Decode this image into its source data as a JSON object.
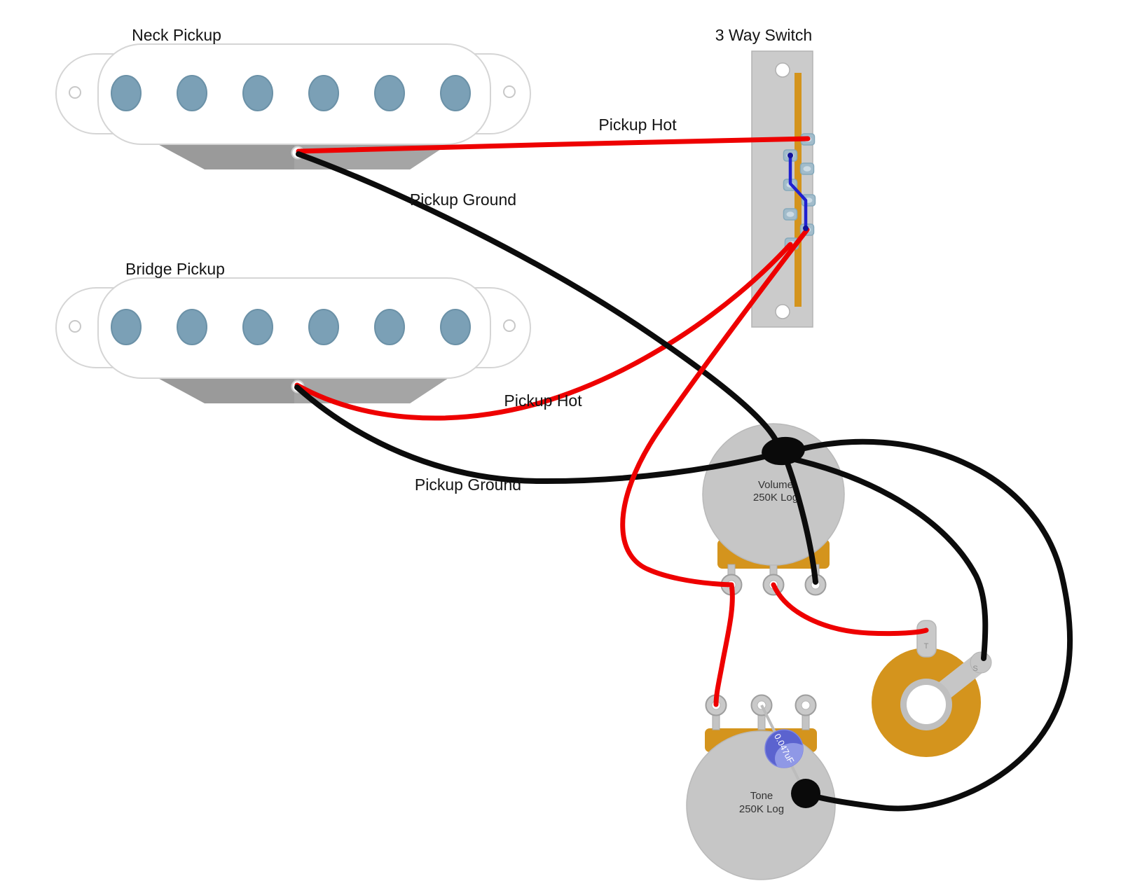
{
  "labels": {
    "neck_pickup": "Neck Pickup",
    "bridge_pickup": "Bridge Pickup",
    "three_way_switch": "3 Way Switch",
    "neck_hot": "Pickup Hot",
    "neck_ground": "Pickup Ground",
    "bridge_hot": "Pickup Hot",
    "bridge_ground": "Pickup Ground"
  },
  "volume_pot": {
    "line1": "Volume",
    "line2": "250K Log"
  },
  "tone_pot": {
    "line1": "Tone",
    "line2": "250K Log"
  },
  "capacitor": {
    "value": "0.047uF"
  },
  "output_jack": {
    "tip": "T",
    "sleeve": "S"
  },
  "colors": {
    "hot_wire": "#ee0000",
    "ground_wire": "#0c0c0c",
    "selector_wire": "#2020d0",
    "selector_wire_dot": "#12129a",
    "gold": "#d4941d",
    "pole_piece": "#7ba0b6",
    "pole_piece_edge": "#6b91a7",
    "capacitor_body": "#5b63cf",
    "capacitor_highlight": "#99a1ea"
  }
}
